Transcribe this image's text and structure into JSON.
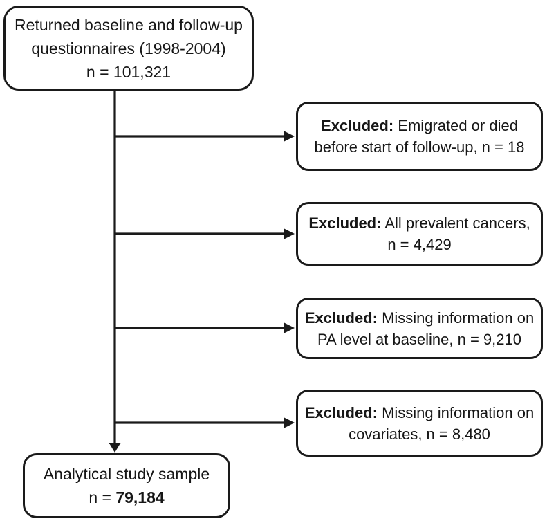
{
  "flowchart": {
    "top_box": {
      "line1": "Returned baseline and follow-up",
      "line2": "questionnaires (1998-2004)",
      "line3": "n = 101,321"
    },
    "exclusions": [
      {
        "prefix": "Excluded:",
        "line1": "Emigrated or died",
        "line2": "before start of follow-up, n = 18"
      },
      {
        "prefix": "Excluded:",
        "line1": "All prevalent cancers,",
        "line2": "n = 4,429"
      },
      {
        "prefix": "Excluded:",
        "line1": "Missing information on",
        "line2": "PA level at baseline, n = 9,210"
      },
      {
        "prefix": "Excluded:",
        "line1": "Missing information on",
        "line2": "covariates, n = 8,480"
      }
    ],
    "final_box": {
      "line1": "Analytical study sample",
      "n_prefix": "n = ",
      "n_value": "79,184"
    },
    "colors": {
      "border": "#1a1a1a",
      "background": "#ffffff",
      "text": "#161616"
    }
  }
}
